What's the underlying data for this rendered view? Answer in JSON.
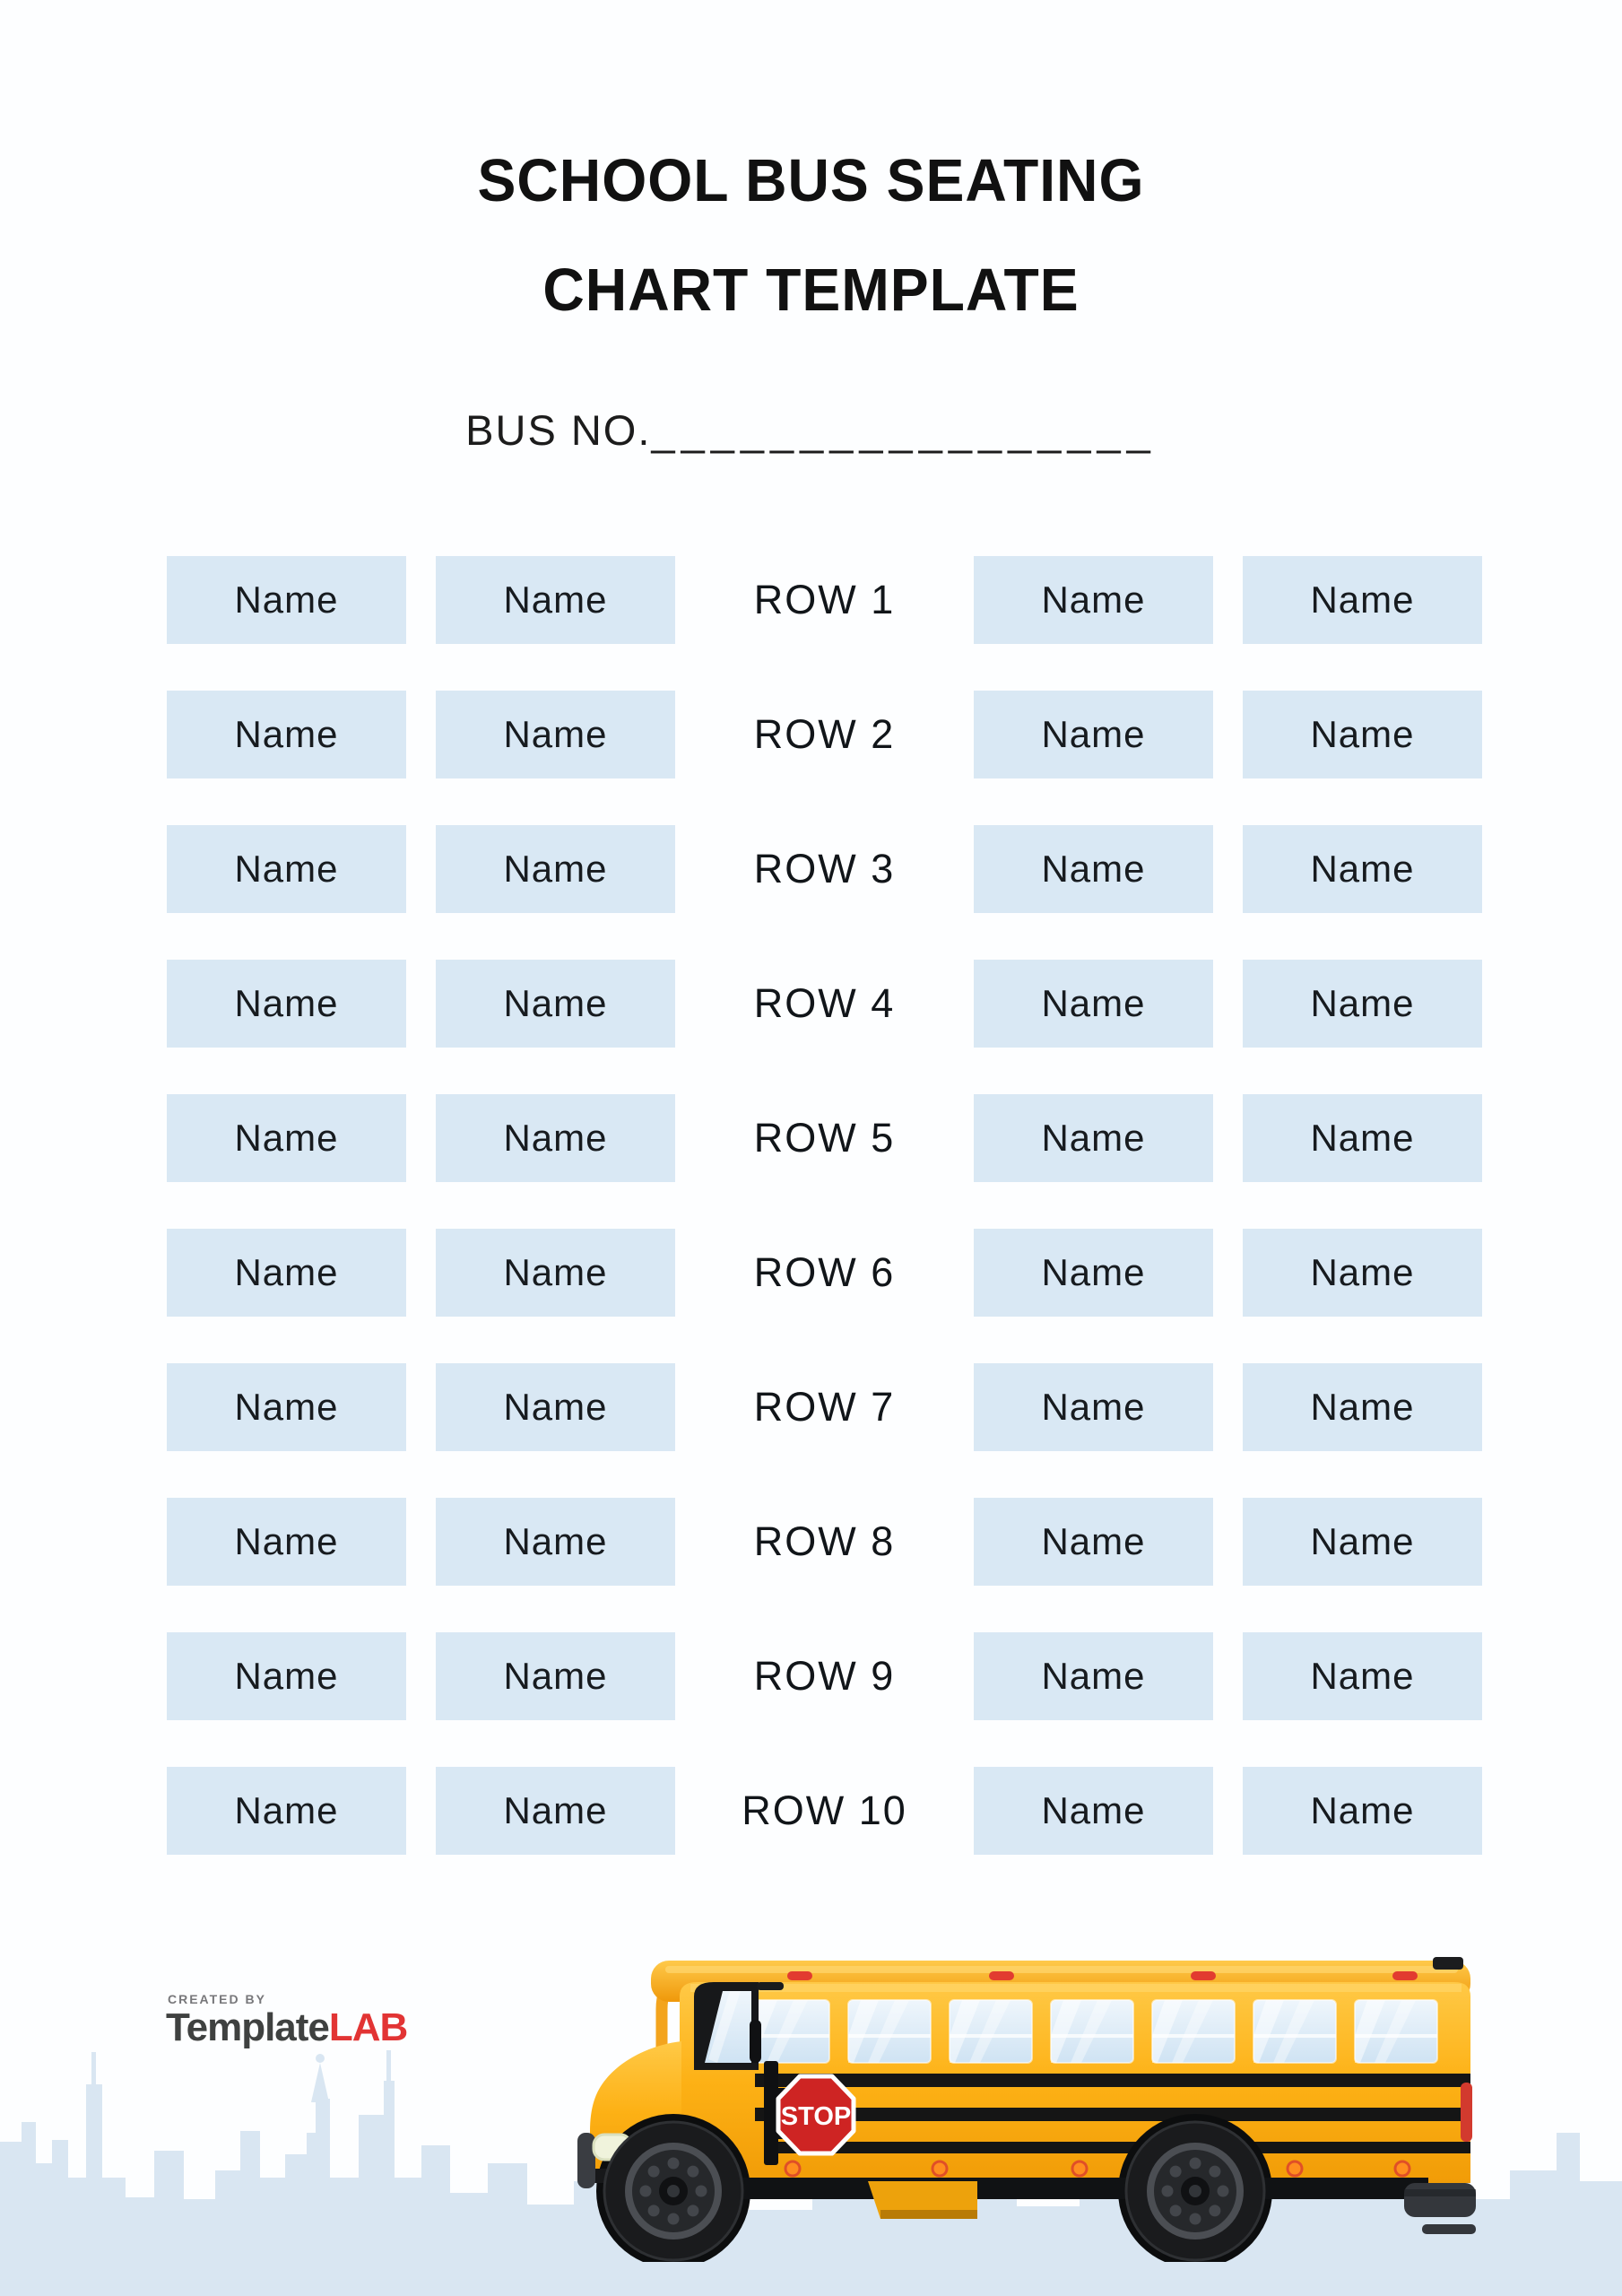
{
  "header": {
    "title_line1": "SCHOOL BUS SEATING",
    "title_line2": "CHART TEMPLATE",
    "bus_no_label": "BUS NO.",
    "bus_no_blank": "_________________"
  },
  "seating_chart": {
    "seat_label": "Name",
    "rows": [
      {
        "label": "ROW 1",
        "seats": [
          "Name",
          "Name",
          "Name",
          "Name"
        ]
      },
      {
        "label": "ROW 2",
        "seats": [
          "Name",
          "Name",
          "Name",
          "Name"
        ]
      },
      {
        "label": "ROW 3",
        "seats": [
          "Name",
          "Name",
          "Name",
          "Name"
        ]
      },
      {
        "label": "ROW 4",
        "seats": [
          "Name",
          "Name",
          "Name",
          "Name"
        ]
      },
      {
        "label": "ROW 5",
        "seats": [
          "Name",
          "Name",
          "Name",
          "Name"
        ]
      },
      {
        "label": "ROW 6",
        "seats": [
          "Name",
          "Name",
          "Name",
          "Name"
        ]
      },
      {
        "label": "ROW 7",
        "seats": [
          "Name",
          "Name",
          "Name",
          "Name"
        ]
      },
      {
        "label": "ROW 8",
        "seats": [
          "Name",
          "Name",
          "Name",
          "Name"
        ]
      },
      {
        "label": "ROW 9",
        "seats": [
          "Name",
          "Name",
          "Name",
          "Name"
        ]
      },
      {
        "label": "ROW 10",
        "seats": [
          "Name",
          "Name",
          "Name",
          "Name"
        ]
      }
    ]
  },
  "footer": {
    "logo": {
      "created_by": "CREATED BY",
      "brand": "Template",
      "brand_suffix": "LAB"
    },
    "bus_stop_sign": "STOP"
  },
  "colors": {
    "seat_box": "#d9e8f4",
    "skyline": "#d9e6f2",
    "bus_yellow": "#fdb115",
    "bus_roof_orange": "#f5a315",
    "stop_sign_red": "#ce2423",
    "logo_red": "#e23434",
    "logo_gray": "#3f4140",
    "title_text": "#111111"
  }
}
